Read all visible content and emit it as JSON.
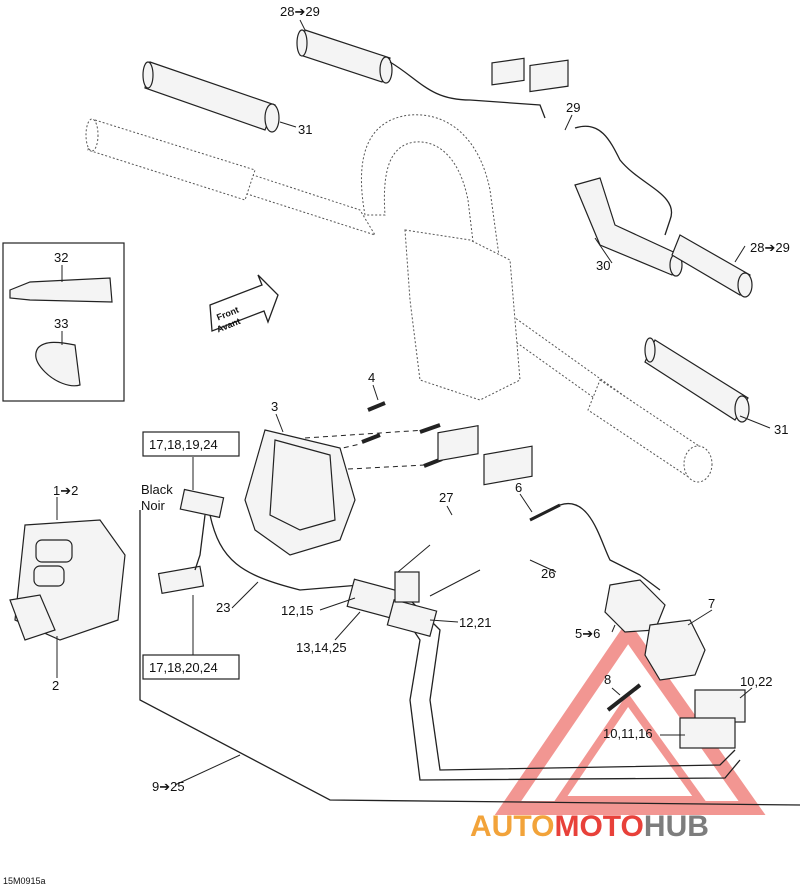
{
  "callouts": {
    "c_28_29_top": "28➔29",
    "c_31_top": "31",
    "c_29": "29",
    "c_28_29_right": "28➔29",
    "c_30": "30",
    "c_32": "32",
    "c_33": "33",
    "c_31_right": "31",
    "c_4": "4",
    "c_3": "3",
    "c_1_2": "1➔2",
    "c_2": "2",
    "c_6": "6",
    "c_27": "27",
    "c_26": "26",
    "c_23": "23",
    "c_12_15": "12,15",
    "c_12_21": "12,21",
    "c_13_14_25": "13,14,25",
    "c_7": "7",
    "c_5_6": "5➔6",
    "c_8": "8",
    "c_10_22": "10,22",
    "c_10_11_16": "10,11,16",
    "c_9_25": "9➔25"
  },
  "boxes": {
    "top_group": "17,18,19,24",
    "bottom_group": "17,18,20,24"
  },
  "wire_label": {
    "line1": "Black",
    "line2": "Noir"
  },
  "front_arrow": {
    "line1": "Front",
    "line2": "Avant"
  },
  "drawing_code": "15M0915a",
  "watermark": {
    "part1": "AUTO",
    "part2": "MOTO",
    "part3": "HUB",
    "color_red": "#e8413a",
    "color_orange": "#f2a33a",
    "color_gray": "#7d7d7d"
  },
  "colors": {
    "line": "#222222",
    "background": "#ffffff"
  }
}
